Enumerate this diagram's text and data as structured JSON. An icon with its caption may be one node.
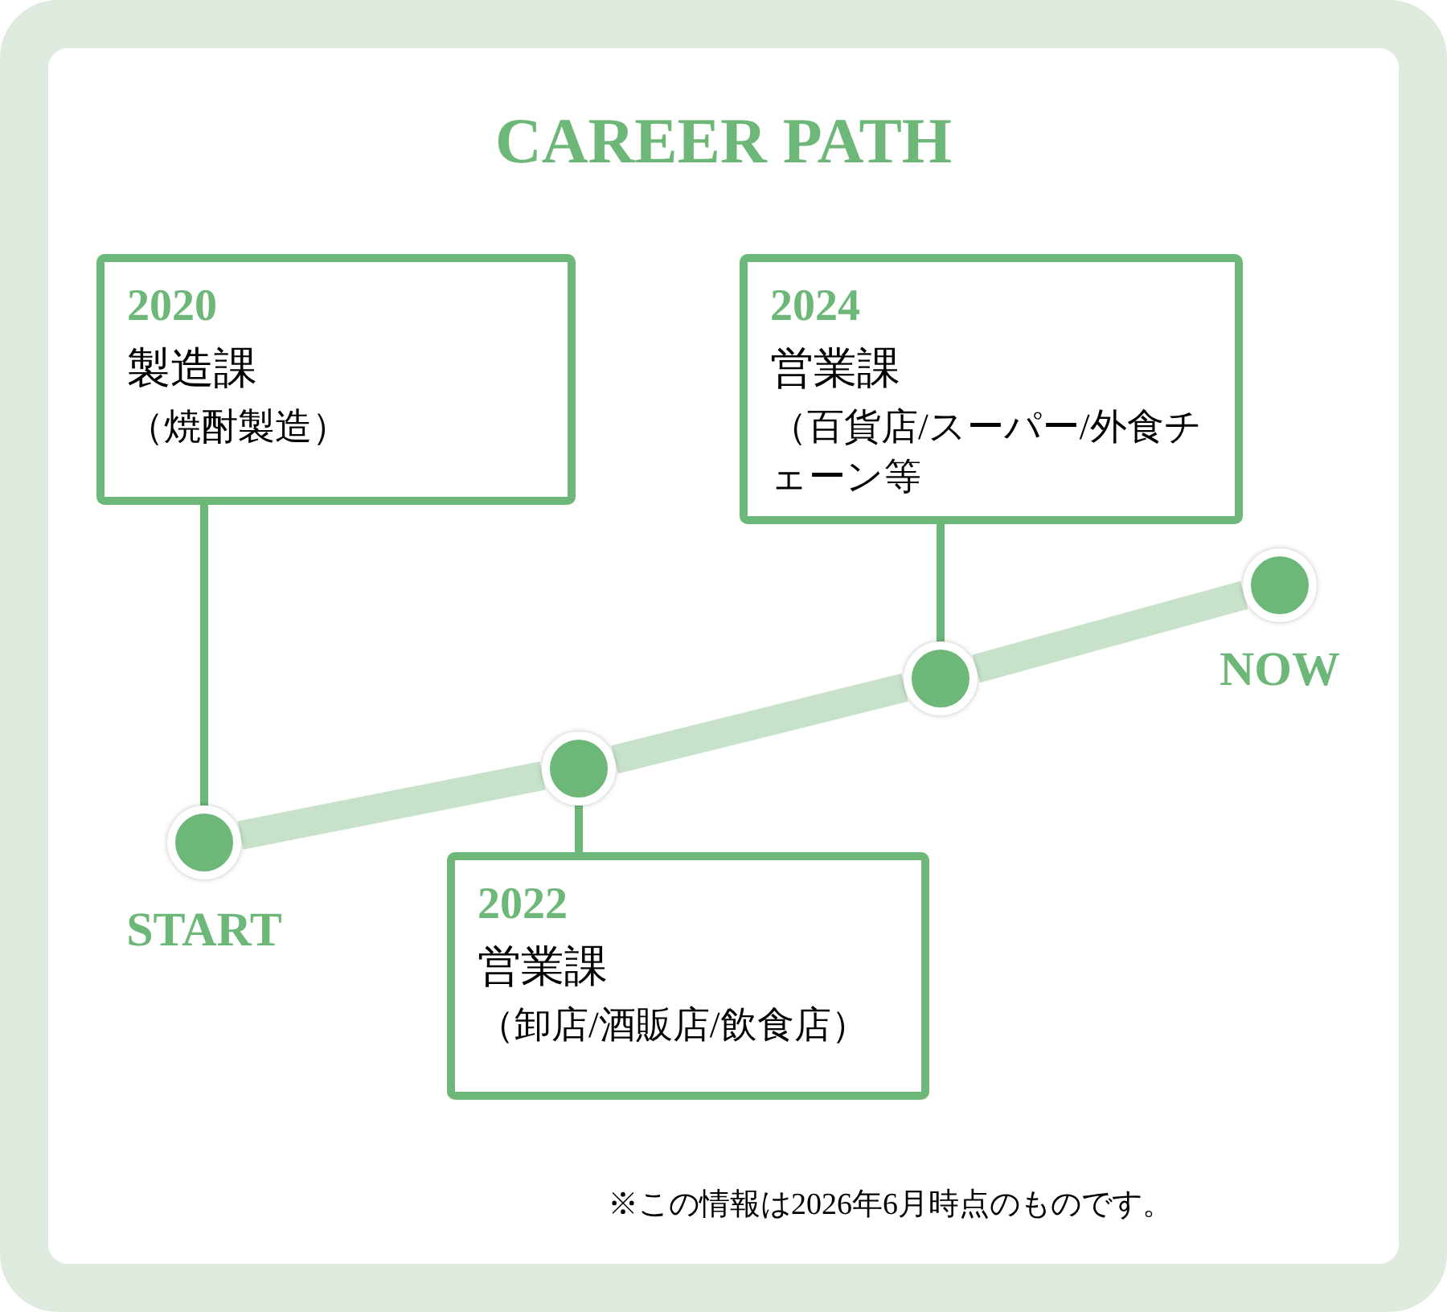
{
  "diagram": {
    "title": "CAREER PATH",
    "nodes": [
      {
        "text": [
          "2020",
          "製造課",
          "（焼酎製造）"
        ]
      },
      {
        "text": [
          "2024",
          "営業課",
          "（百貨店/スーパー/外食チェーン等"
        ]
      },
      {
        "text": [],
        "shape": "circle",
        "beside": [
          "NOW"
        ]
      },
      {
        "text": [],
        "shape": "circle"
      },
      {
        "text": [],
        "shape": "circle"
      },
      {
        "text": [],
        "shape": "circle",
        "beside": [
          "START"
        ]
      },
      {
        "text": [
          "2022",
          "営業課",
          "（卸店/酒販店/飲食店）"
        ]
      }
    ],
    "edges": [
      {
        "from": 5,
        "to": 4,
        "arrow": "none",
        "style": "thick",
        "color": "#c7e2c9"
      },
      {
        "from": 4,
        "to": 3,
        "arrow": "none",
        "style": "thick",
        "color": "#c7e2c9"
      },
      {
        "from": 3,
        "to": 2,
        "arrow": "none",
        "style": "thick",
        "color": "#c7e2c9"
      },
      {
        "from": 0,
        "to": 5,
        "arrow": "none"
      },
      {
        "from": 4,
        "to": 6,
        "arrow": "none"
      },
      {
        "from": 1,
        "to": 3,
        "arrow": "none"
      }
    ],
    "labels": [
      "※この情報は2026年6月時点のものです。"
    ]
  }
}
